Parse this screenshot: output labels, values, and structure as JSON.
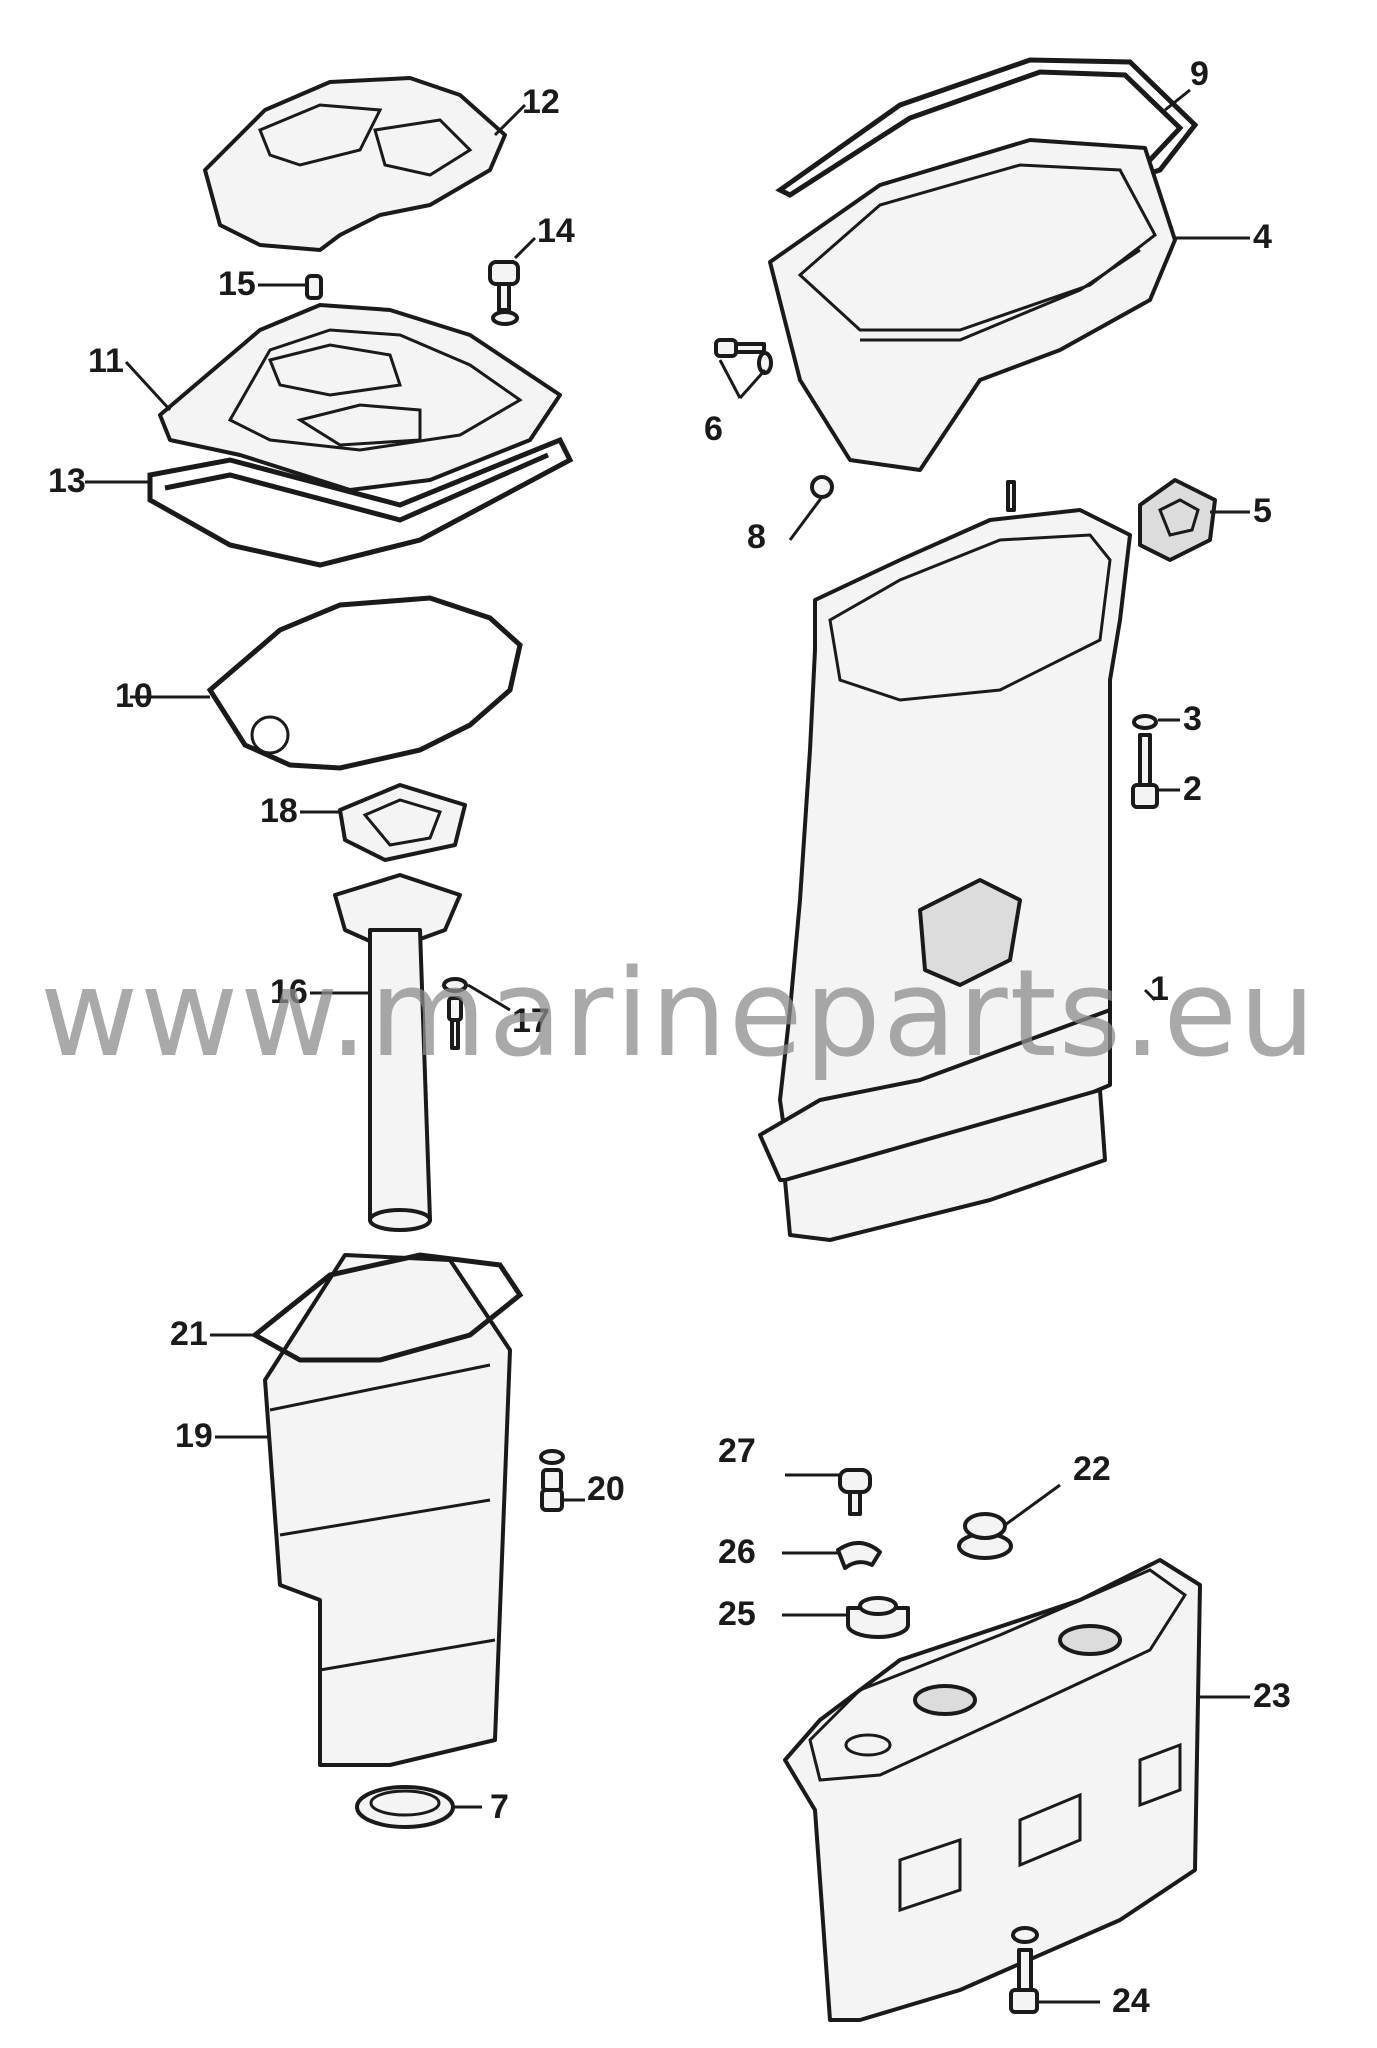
{
  "watermark": "www.marineparts.eu",
  "callouts": {
    "c1": "1",
    "c2": "2",
    "c3": "3",
    "c4": "4",
    "c5": "5",
    "c6": "6",
    "c7": "7",
    "c8": "8",
    "c9": "9",
    "c10": "10",
    "c11": "11",
    "c12": "12",
    "c13": "13",
    "c14": "14",
    "c15": "15",
    "c16": "16",
    "c17": "17",
    "c18": "18",
    "c19": "19",
    "c20": "20",
    "c21": "21",
    "c22": "22",
    "c23": "23",
    "c24": "24",
    "c25": "25",
    "c26": "26",
    "c27": "27"
  }
}
